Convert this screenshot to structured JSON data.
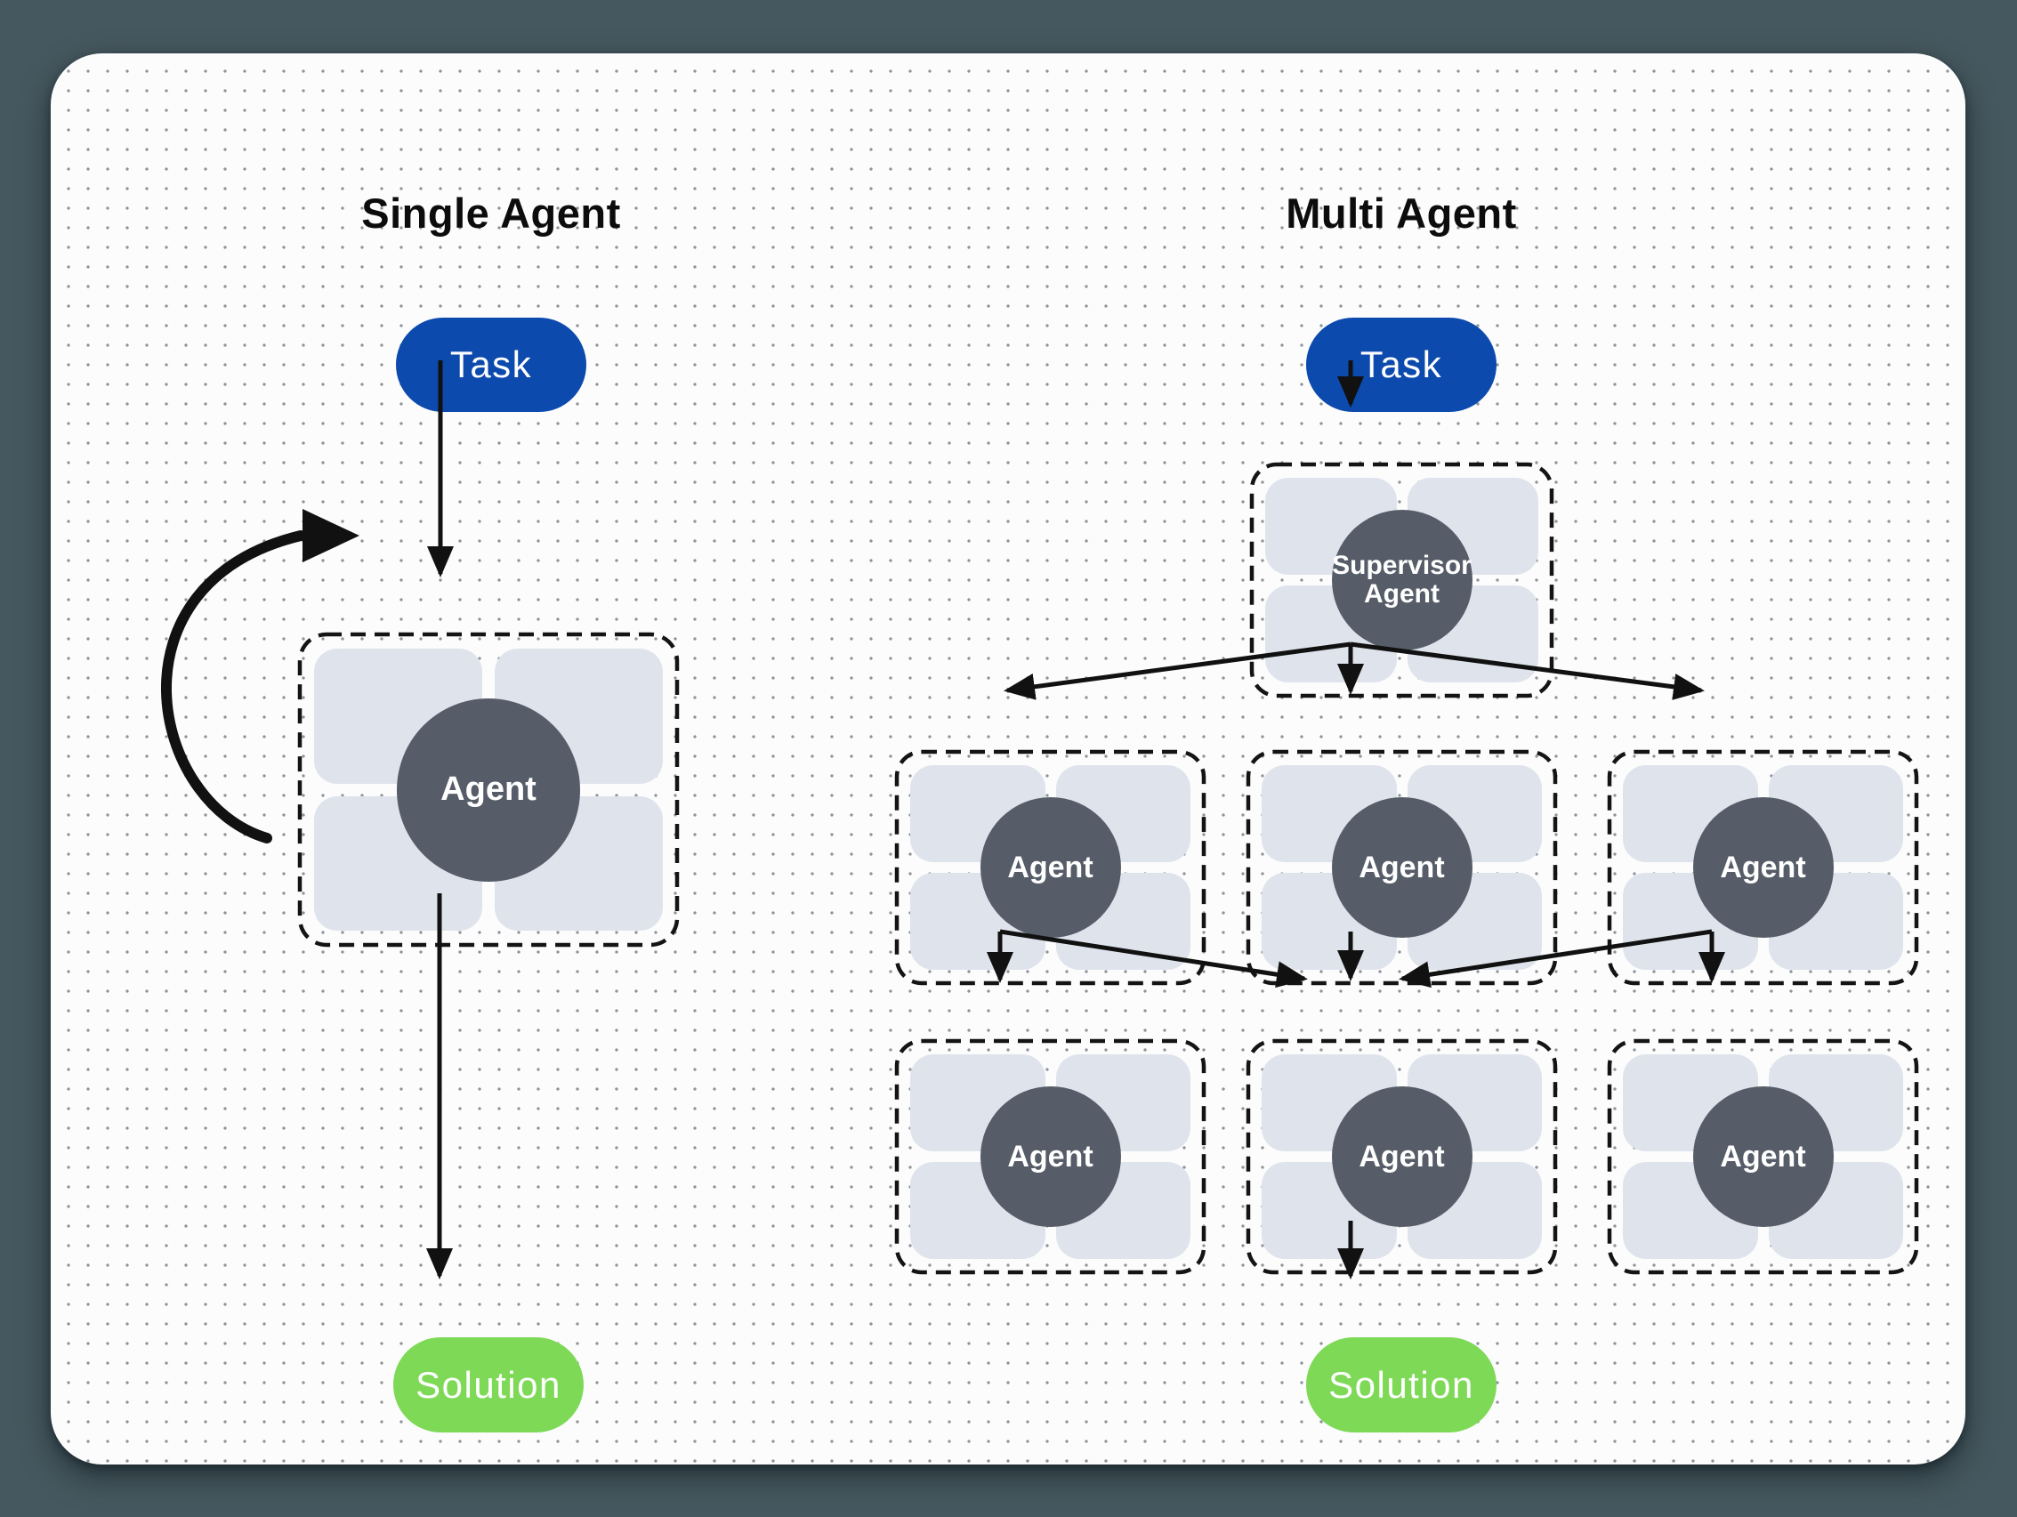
{
  "colors": {
    "page_background": "#46585f",
    "card_background": "#fcfcfd",
    "task_fill": "#0c4aad",
    "solution_fill": "#7ed957",
    "agent_circle_fill": "#565d68",
    "tool_cell_fill": "#dfe4ec",
    "connector": "#111111",
    "title_text": "#0c0c0c"
  },
  "single": {
    "title": "Single Agent",
    "task": "Task",
    "agent": "Agent",
    "solution": "Solution"
  },
  "multi": {
    "title": "Multi Agent",
    "task": "Task",
    "supervisor_line1": "Supervisor",
    "supervisor_line2": "Agent",
    "workers_row1": [
      "Agent",
      "Agent",
      "Agent"
    ],
    "workers_row2": [
      "Agent",
      "Agent",
      "Agent"
    ],
    "solution": "Solution"
  }
}
